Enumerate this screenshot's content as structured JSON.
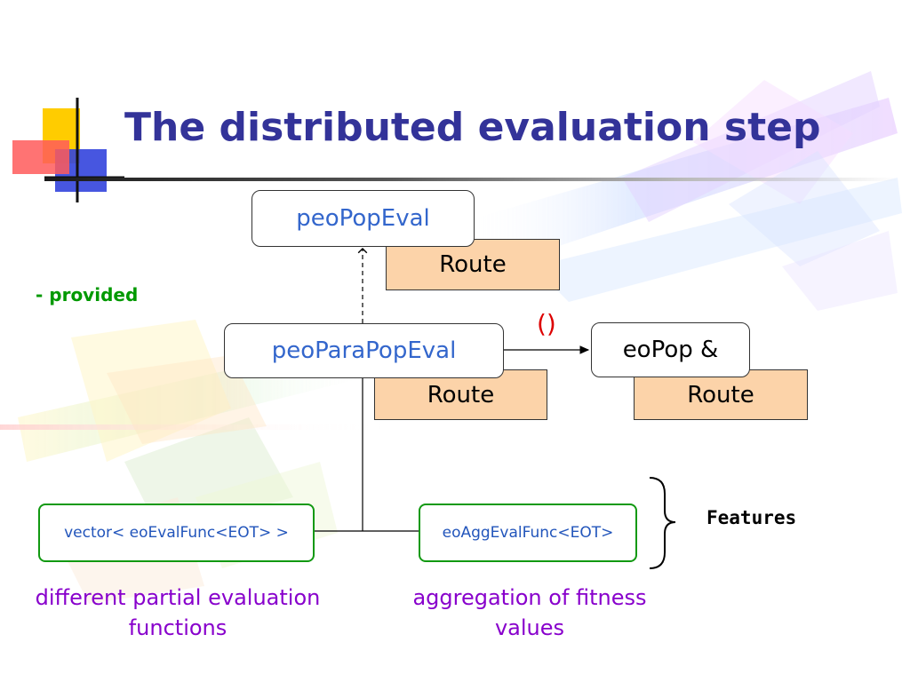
{
  "slide": {
    "title": "The distributed evaluation step",
    "provided_label": "- provided",
    "features_label": "Features",
    "call_operator": "()"
  },
  "diagram": {
    "peo_pop_eval": "peoPopEval",
    "peo_para_pop_eval": "peoParaPopEval",
    "eo_pop": "eoPop &",
    "route_labels": [
      "Route",
      "Route",
      "Route"
    ],
    "vector_eval_func": "vector< eoEvalFunc<EOT> >",
    "agg_eval_func": "eoAggEvalFunc<EOT>",
    "caption_left": "different partial evaluation functions",
    "caption_right": "aggregation of fitness values"
  },
  "colors": {
    "title": "#333399",
    "node_text": "#3366cc",
    "route_fill": "#fcd3a9",
    "provided": "#009900",
    "call_operator": "#dd0000",
    "caption": "#8800cc",
    "green_border": "#119911"
  }
}
